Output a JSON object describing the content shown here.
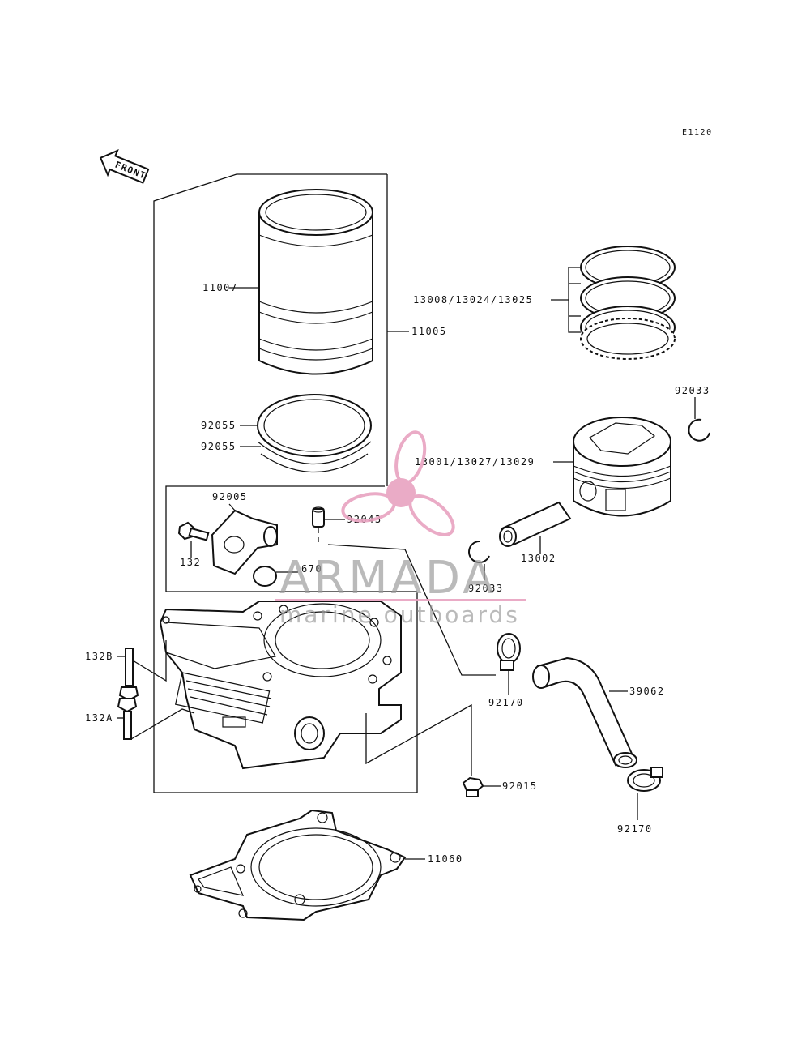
{
  "diagram_code": "E1120",
  "front_label": "FRONT",
  "labels": {
    "p11007": "11007",
    "p11005": "11005",
    "p13008": "13008/13024/13025",
    "p92033a": "92033",
    "p13001": "13001/13027/13029",
    "p92055a": "92055",
    "p92055b": "92055",
    "p92005": "92005",
    "p92043": "92043",
    "p132": "132",
    "p670": "670",
    "p13002": "13002",
    "p92033b": "92033",
    "p132B": "132B",
    "p132A": "132A",
    "p92170a": "92170",
    "p39062": "39062",
    "p92015": "92015",
    "p92170b": "92170",
    "p11060": "11060"
  },
  "watermark": {
    "brand": "ARMADA",
    "tagline": "marine outboards",
    "color": "#e8a3c0"
  }
}
